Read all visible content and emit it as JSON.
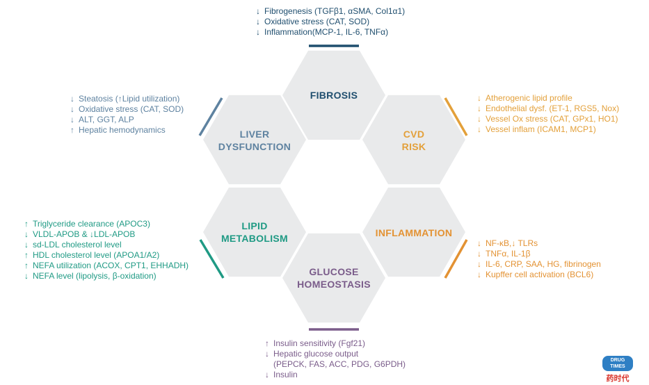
{
  "colors": {
    "hex_fill": "#e9eaeb",
    "fibrosis": "#1f4e6e",
    "liver": "#5e82a0",
    "cvd": "#e3a03a",
    "inflammation": "#e39233",
    "lipid": "#1f9a84",
    "glucose": "#7a5c8a"
  },
  "hexagons": {
    "fibrosis": [
      "FIBROSIS"
    ],
    "liver": [
      "LIVER",
      "DYSFUNCTION"
    ],
    "cvd": [
      "CVD",
      "RISK"
    ],
    "lipid": [
      "LIPID",
      "METABOLISM"
    ],
    "inflammation": [
      "INFLAMMATION"
    ],
    "glucose": [
      "GLUCOSE",
      "HOMEOSTASIS"
    ]
  },
  "notes": {
    "fibrosis": [
      {
        "arrow": "↓",
        "text": "Fibrogenesis (TGFβ1, αSMA, Col1α1)"
      },
      {
        "arrow": "↓",
        "text": "Oxidative stress (CAT, SOD)"
      },
      {
        "arrow": "↓",
        "text": "Inflammation(MCP-1, IL-6, TNFα)"
      }
    ],
    "liver": [
      {
        "arrow": "↓",
        "text": "Steatosis (↑Lipid utilization)"
      },
      {
        "arrow": "↓",
        "text": "Oxidative stress (CAT, SOD)"
      },
      {
        "arrow": "↓",
        "text": "ALT, GGT, ALP"
      },
      {
        "arrow": "↑",
        "text": "Hepatic hemodynamics"
      }
    ],
    "cvd": [
      {
        "arrow": "↓",
        "text": "Atherogenic lipid profile"
      },
      {
        "arrow": "↓",
        "text": "Endothelial dysf. (ET-1, RGS5, Nox)"
      },
      {
        "arrow": "↓",
        "text": "Vessel Ox stress (CAT, GPx1, HO1)"
      },
      {
        "arrow": "↓",
        "text": "Vessel inflam (ICAM1, MCP1)"
      }
    ],
    "lipid": [
      {
        "arrow": "↑",
        "text": "Triglyceride clearance (APOC3)"
      },
      {
        "arrow": "↓",
        "text": "VLDL-APOB & ↓LDL-APOB"
      },
      {
        "arrow": "↓",
        "text": "sd-LDL cholesterol level"
      },
      {
        "arrow": "↑",
        "text": "HDL cholesterol level (APOA1/A2)"
      },
      {
        "arrow": "↑",
        "text": "NEFA utilization (ACOX, CPT1, EHHADH)"
      },
      {
        "arrow": "↓",
        "text": "NEFA level (lipolysis, β-oxidation)"
      }
    ],
    "inflammation": [
      {
        "arrow": "↓",
        "text": "NF-κB,↓ TLRs"
      },
      {
        "arrow": "↓",
        "text": "TNFα, IL-1β"
      },
      {
        "arrow": "↓",
        "text": "IL-6, CRP, SAA, HG, fibrinogen"
      },
      {
        "arrow": "↓",
        "text": "Kupffer cell activation (BCL6)"
      }
    ],
    "glucose": [
      {
        "arrow": "↑",
        "text": "Insulin sensitivity (Fgf21)"
      },
      {
        "arrow": "↓",
        "text": "Hepatic glucose output"
      },
      {
        "arrow": "",
        "text": "(PEPCK, FAS, ACC, PDG, G6PDH)"
      },
      {
        "arrow": "↓",
        "text": "Insulin"
      }
    ]
  },
  "logo": {
    "badge": "DRUG TIMES",
    "cn": "药时代"
  }
}
